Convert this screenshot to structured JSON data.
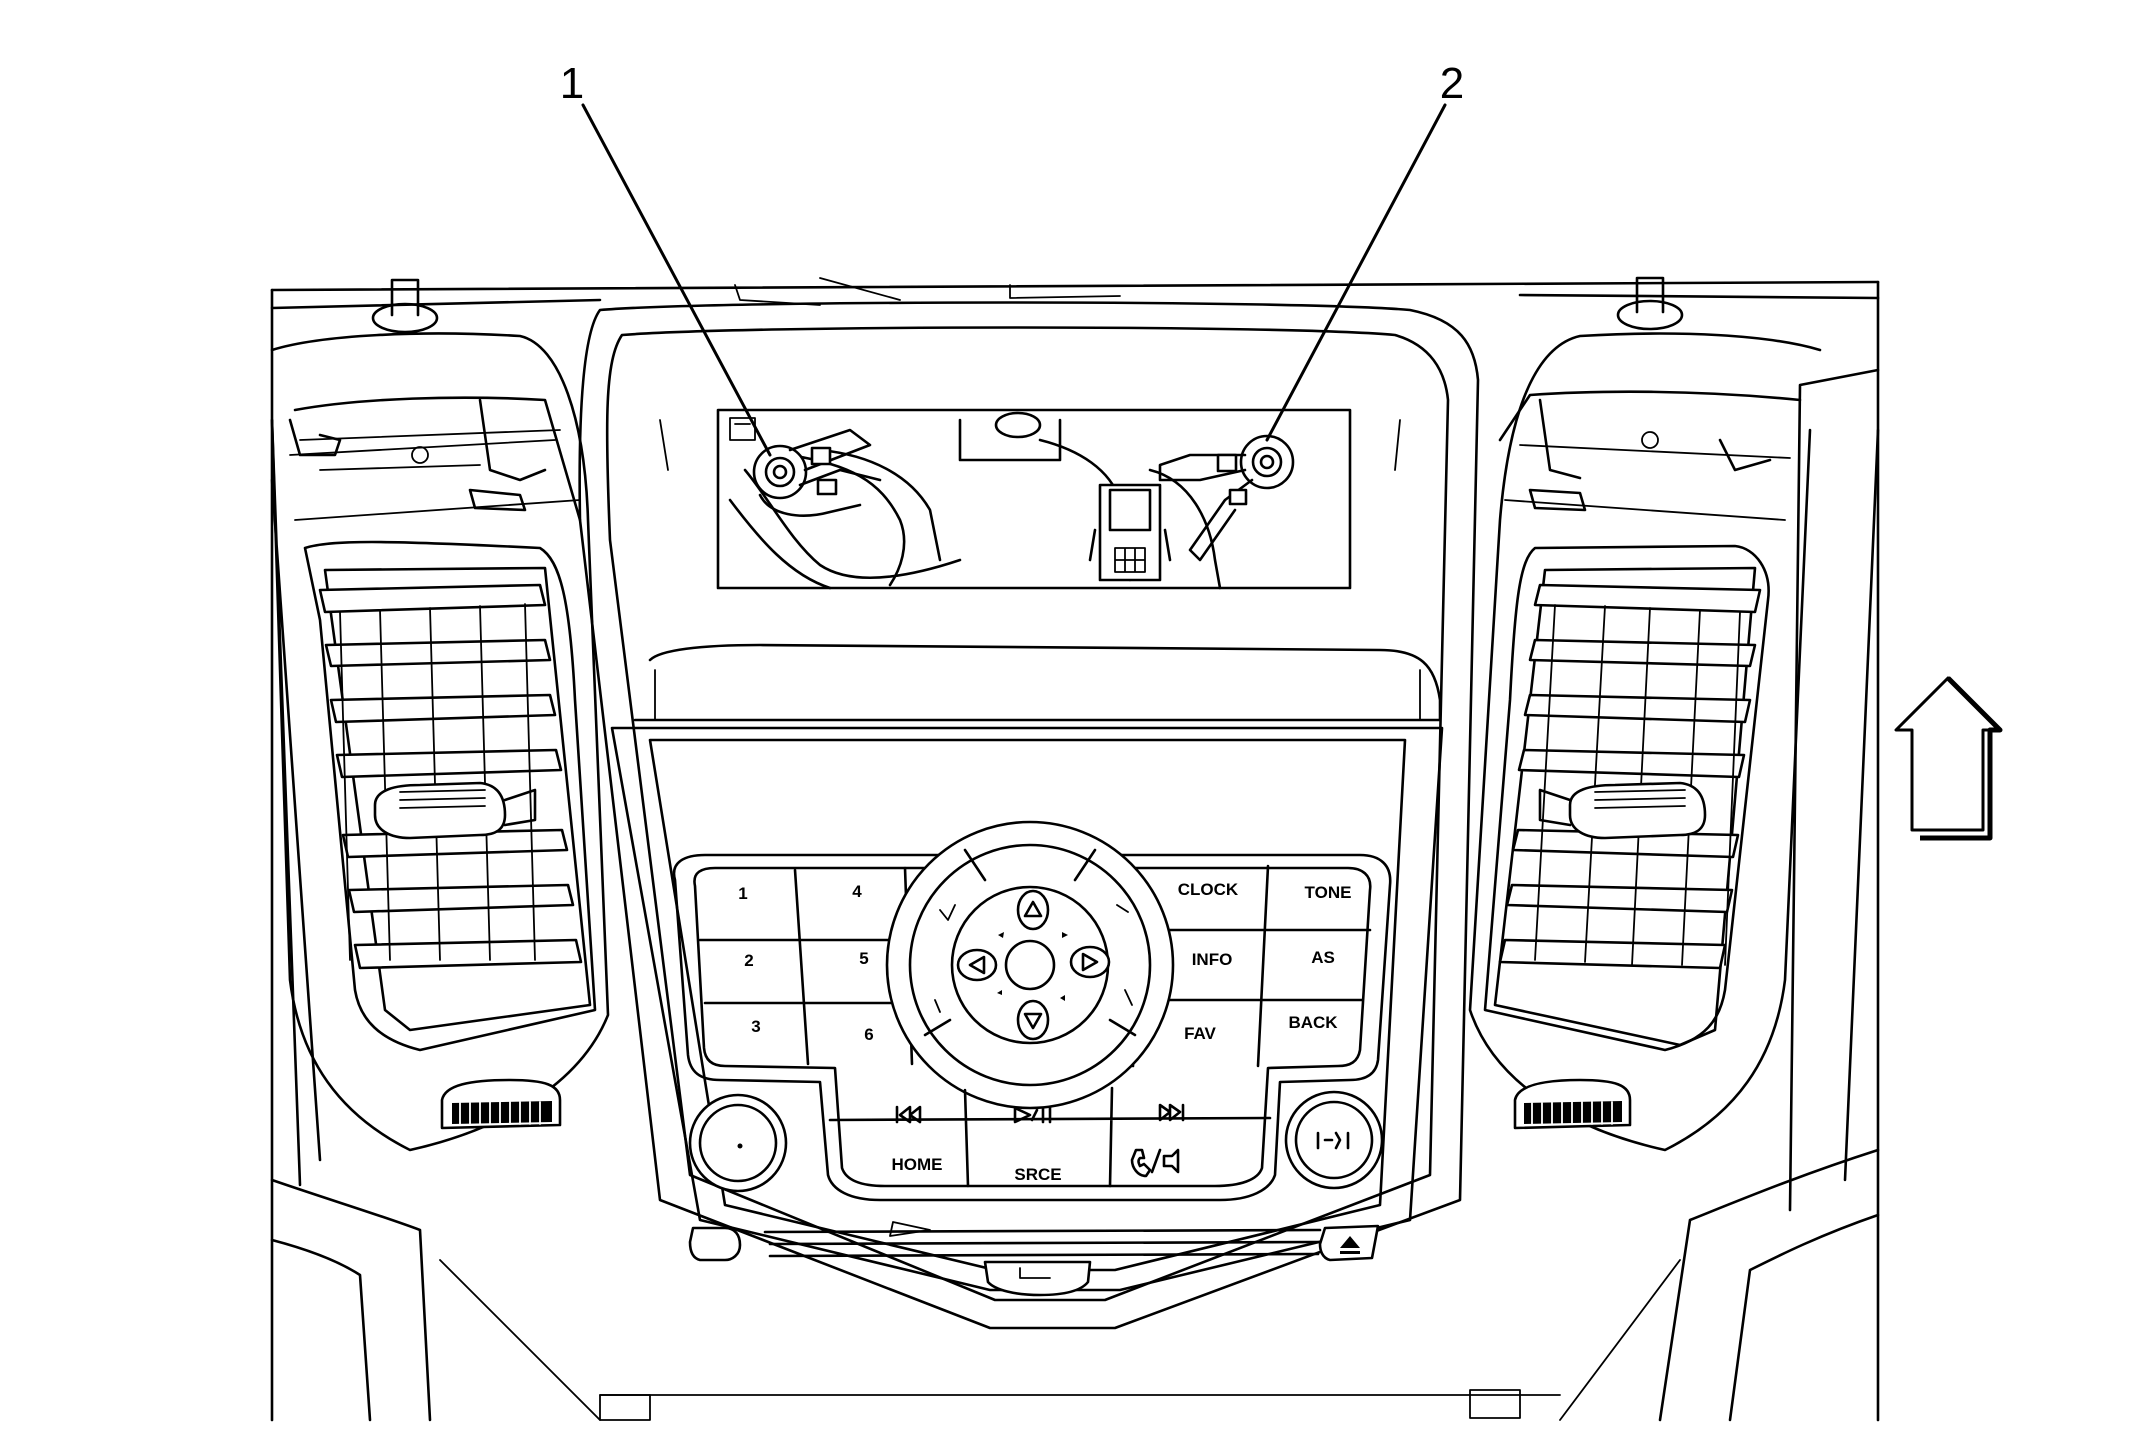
{
  "callouts": [
    {
      "id": "1",
      "label": "1"
    },
    {
      "id": "2",
      "label": "2"
    }
  ],
  "radio_panel": {
    "preset_buttons": [
      "1",
      "2",
      "3",
      "4",
      "5",
      "6"
    ],
    "right_buttons": [
      "CLOCK",
      "INFO",
      "FAV",
      "TONE",
      "AS",
      "BACK"
    ],
    "transport_icons": [
      "previous-track-icon",
      "play-pause-icon",
      "next-track-icon"
    ],
    "lower_buttons": [
      "HOME",
      "SRCE"
    ],
    "phone_mute_icon": "phone-mute-icon",
    "eject_icon": "eject-icon"
  },
  "direction_arrow": {
    "icon": "up-arrow-icon",
    "meaning": "forward"
  },
  "colors": {
    "line": "#000000",
    "background": "#ffffff"
  }
}
